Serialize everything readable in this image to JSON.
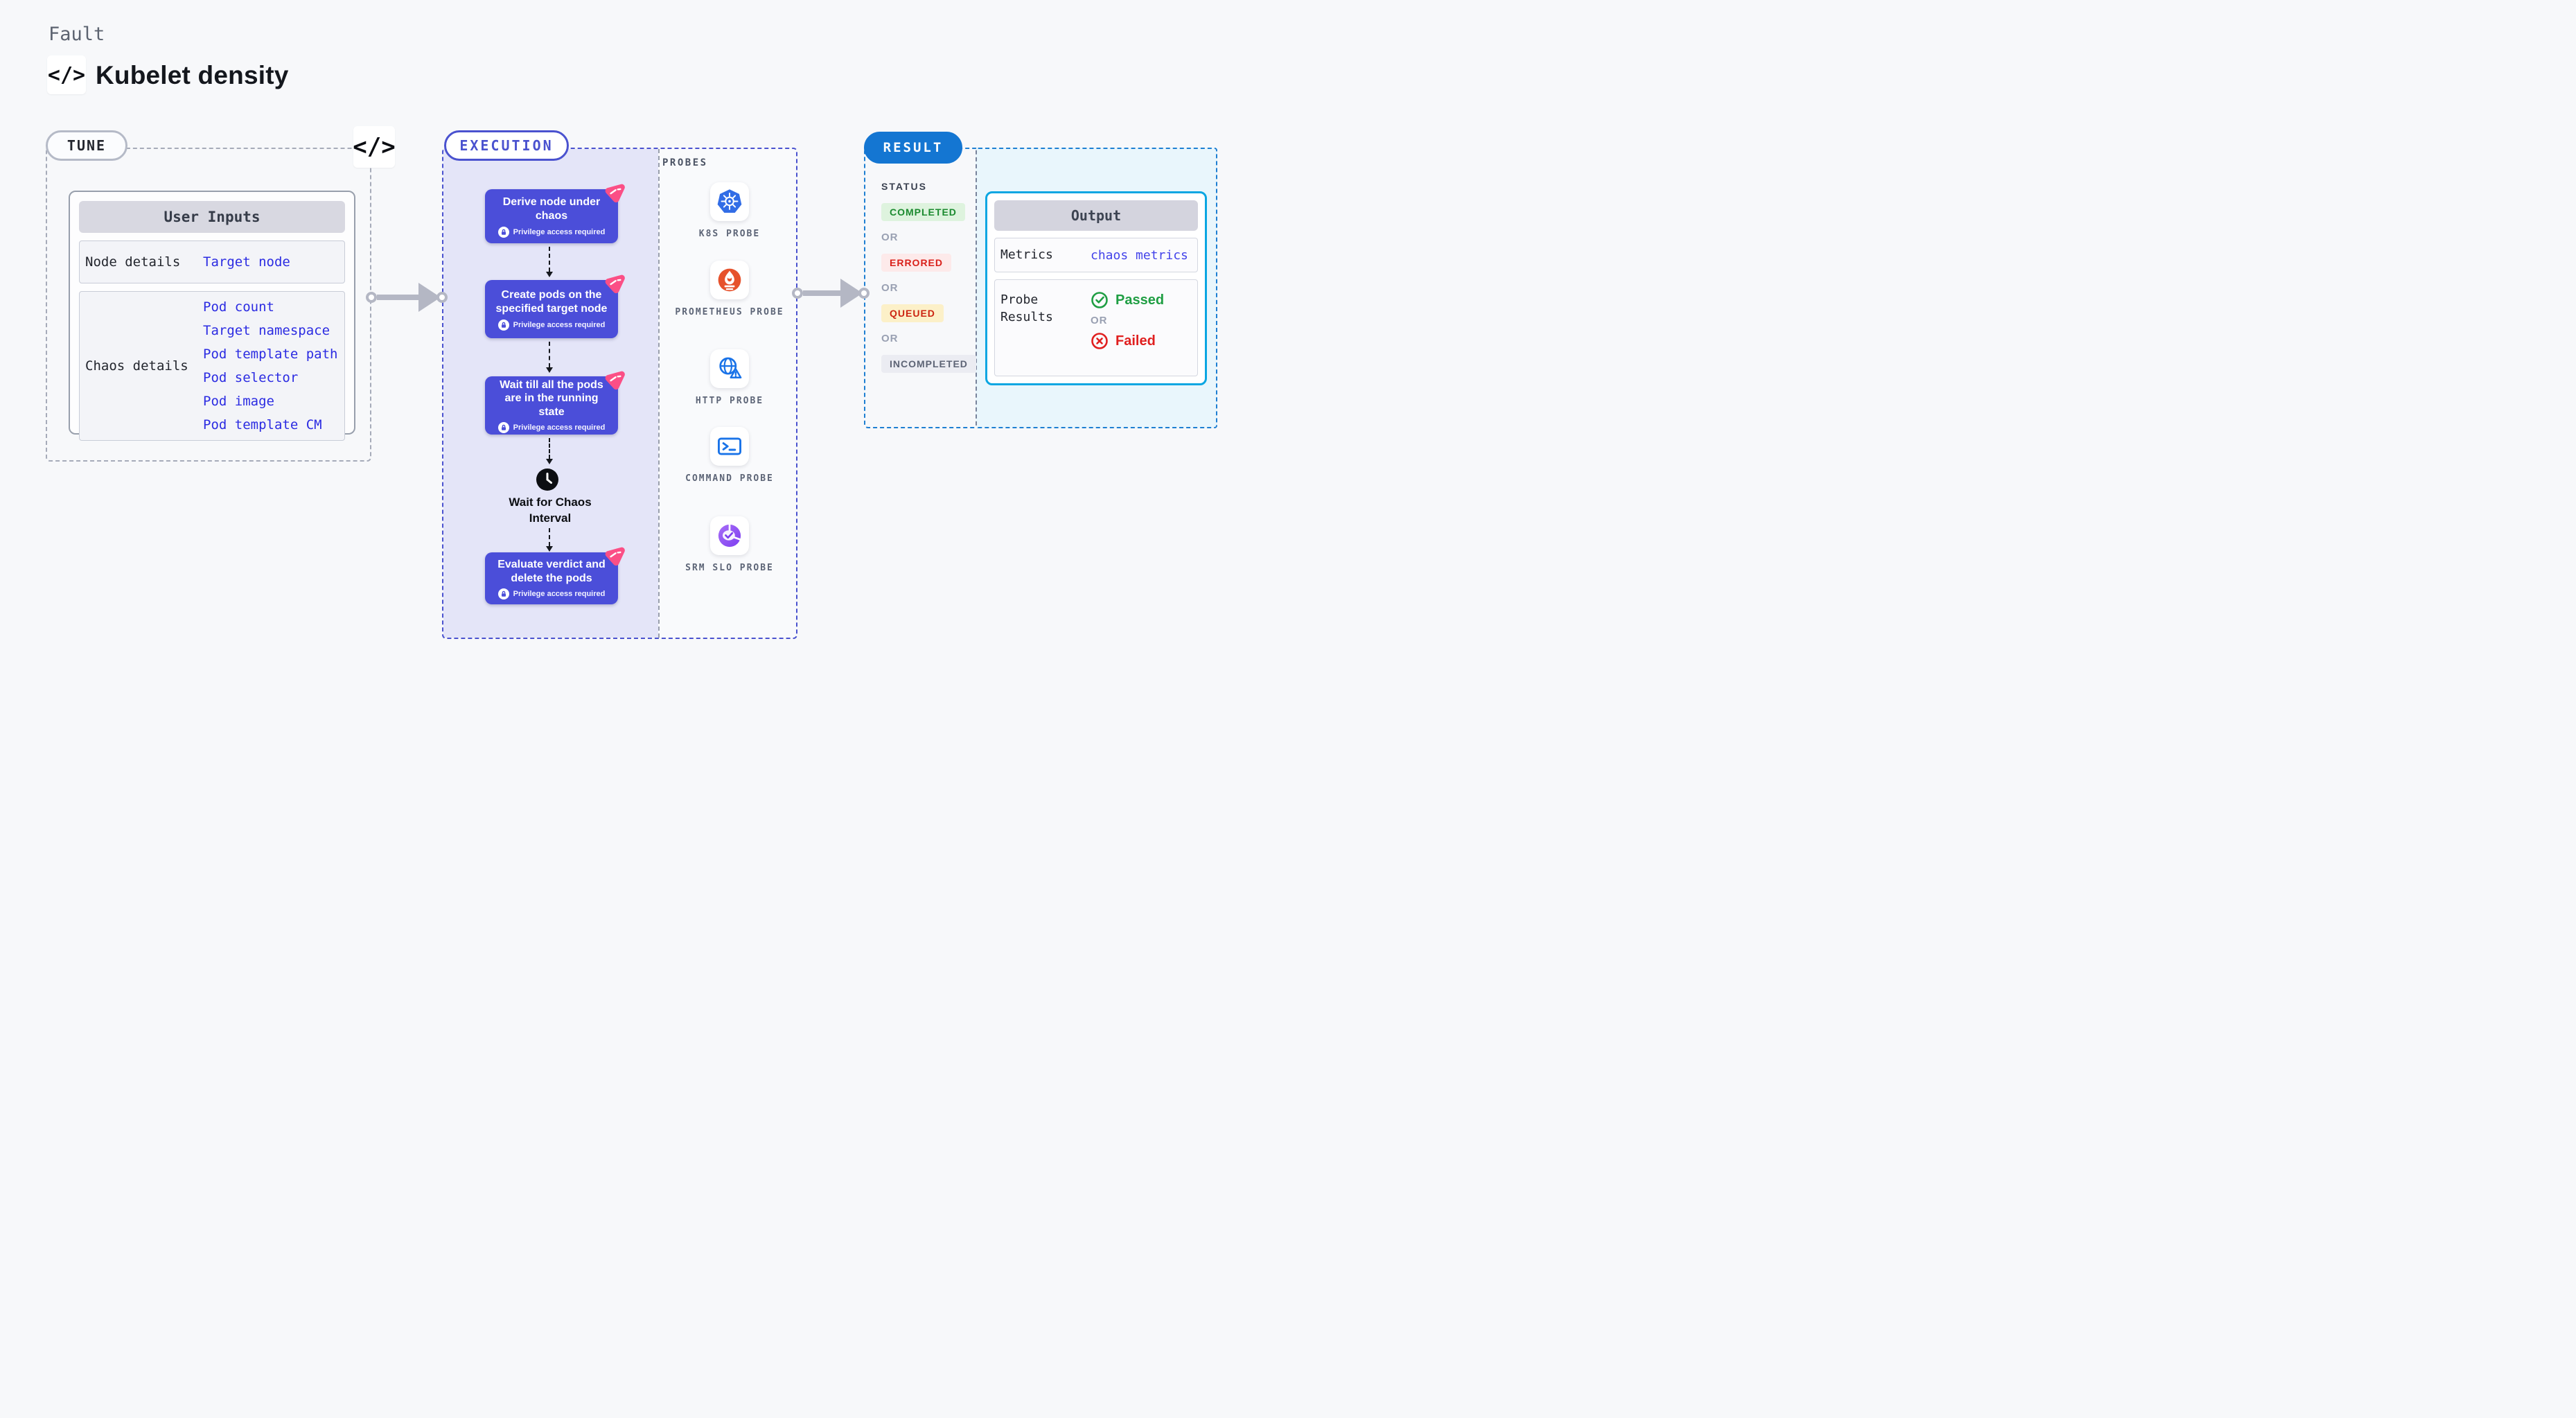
{
  "header": {
    "eyebrow": "Fault",
    "title": "Kubelet density"
  },
  "icons": {
    "code_glyph": "</>"
  },
  "tune": {
    "badge": "TUNE",
    "table": {
      "header": "User Inputs",
      "rows": [
        {
          "label": "Node details",
          "links": [
            "Target node"
          ]
        },
        {
          "label": "Chaos details",
          "links": [
            "Pod count",
            "Target namespace",
            "Pod template path",
            "Pod selector",
            "Pod image",
            "Pod template CM"
          ]
        }
      ]
    }
  },
  "execution": {
    "badge": "EXECUTION",
    "privilege_note": "Privilege access required",
    "steps": [
      {
        "title": "Derive node under chaos"
      },
      {
        "title": "Create pods on the specified target node"
      },
      {
        "title": "Wait till all the pods are in the running state"
      },
      {
        "title": "Evaluate verdict and delete the pods"
      }
    ],
    "wait_label": "Wait for Chaos Interval"
  },
  "probes": {
    "title": "PROBES",
    "items": [
      {
        "label": "K8S PROBE",
        "icon": "kubernetes-icon"
      },
      {
        "label": "PROMETHEUS PROBE",
        "icon": "prometheus-icon"
      },
      {
        "label": "HTTP PROBE",
        "icon": "http-globe-warning-icon"
      },
      {
        "label": "COMMAND PROBE",
        "icon": "terminal-icon"
      },
      {
        "label": "SRM SLO PROBE",
        "icon": "slo-pie-check-icon"
      }
    ]
  },
  "result": {
    "badge": "RESULT",
    "status": {
      "title": "STATUS",
      "or": "OR",
      "badges": [
        {
          "label": "COMPLETED",
          "style": "completed"
        },
        {
          "label": "ERRORED",
          "style": "errored"
        },
        {
          "label": "QUEUED",
          "style": "queued"
        },
        {
          "label": "INCOMPLETED",
          "style": "incompleted"
        }
      ]
    },
    "output": {
      "header": "Output",
      "metrics_label": "Metrics",
      "metrics_link": "chaos metrics",
      "probe_results_label": "Probe Results",
      "passed": "Passed",
      "or": "OR",
      "failed": "Failed"
    }
  },
  "colors": {
    "accent_indigo": "#4a52cf",
    "step_indigo": "#4b4ed9",
    "result_blue": "#1476d2",
    "output_border_cyan": "#0aa6e2",
    "link_blue": "#2b2be2",
    "passed_green": "#1f9e43",
    "failed_red": "#e01f1f",
    "litmus_pink": "#fb4f86",
    "arrow_gray": "#b4b7c4"
  }
}
